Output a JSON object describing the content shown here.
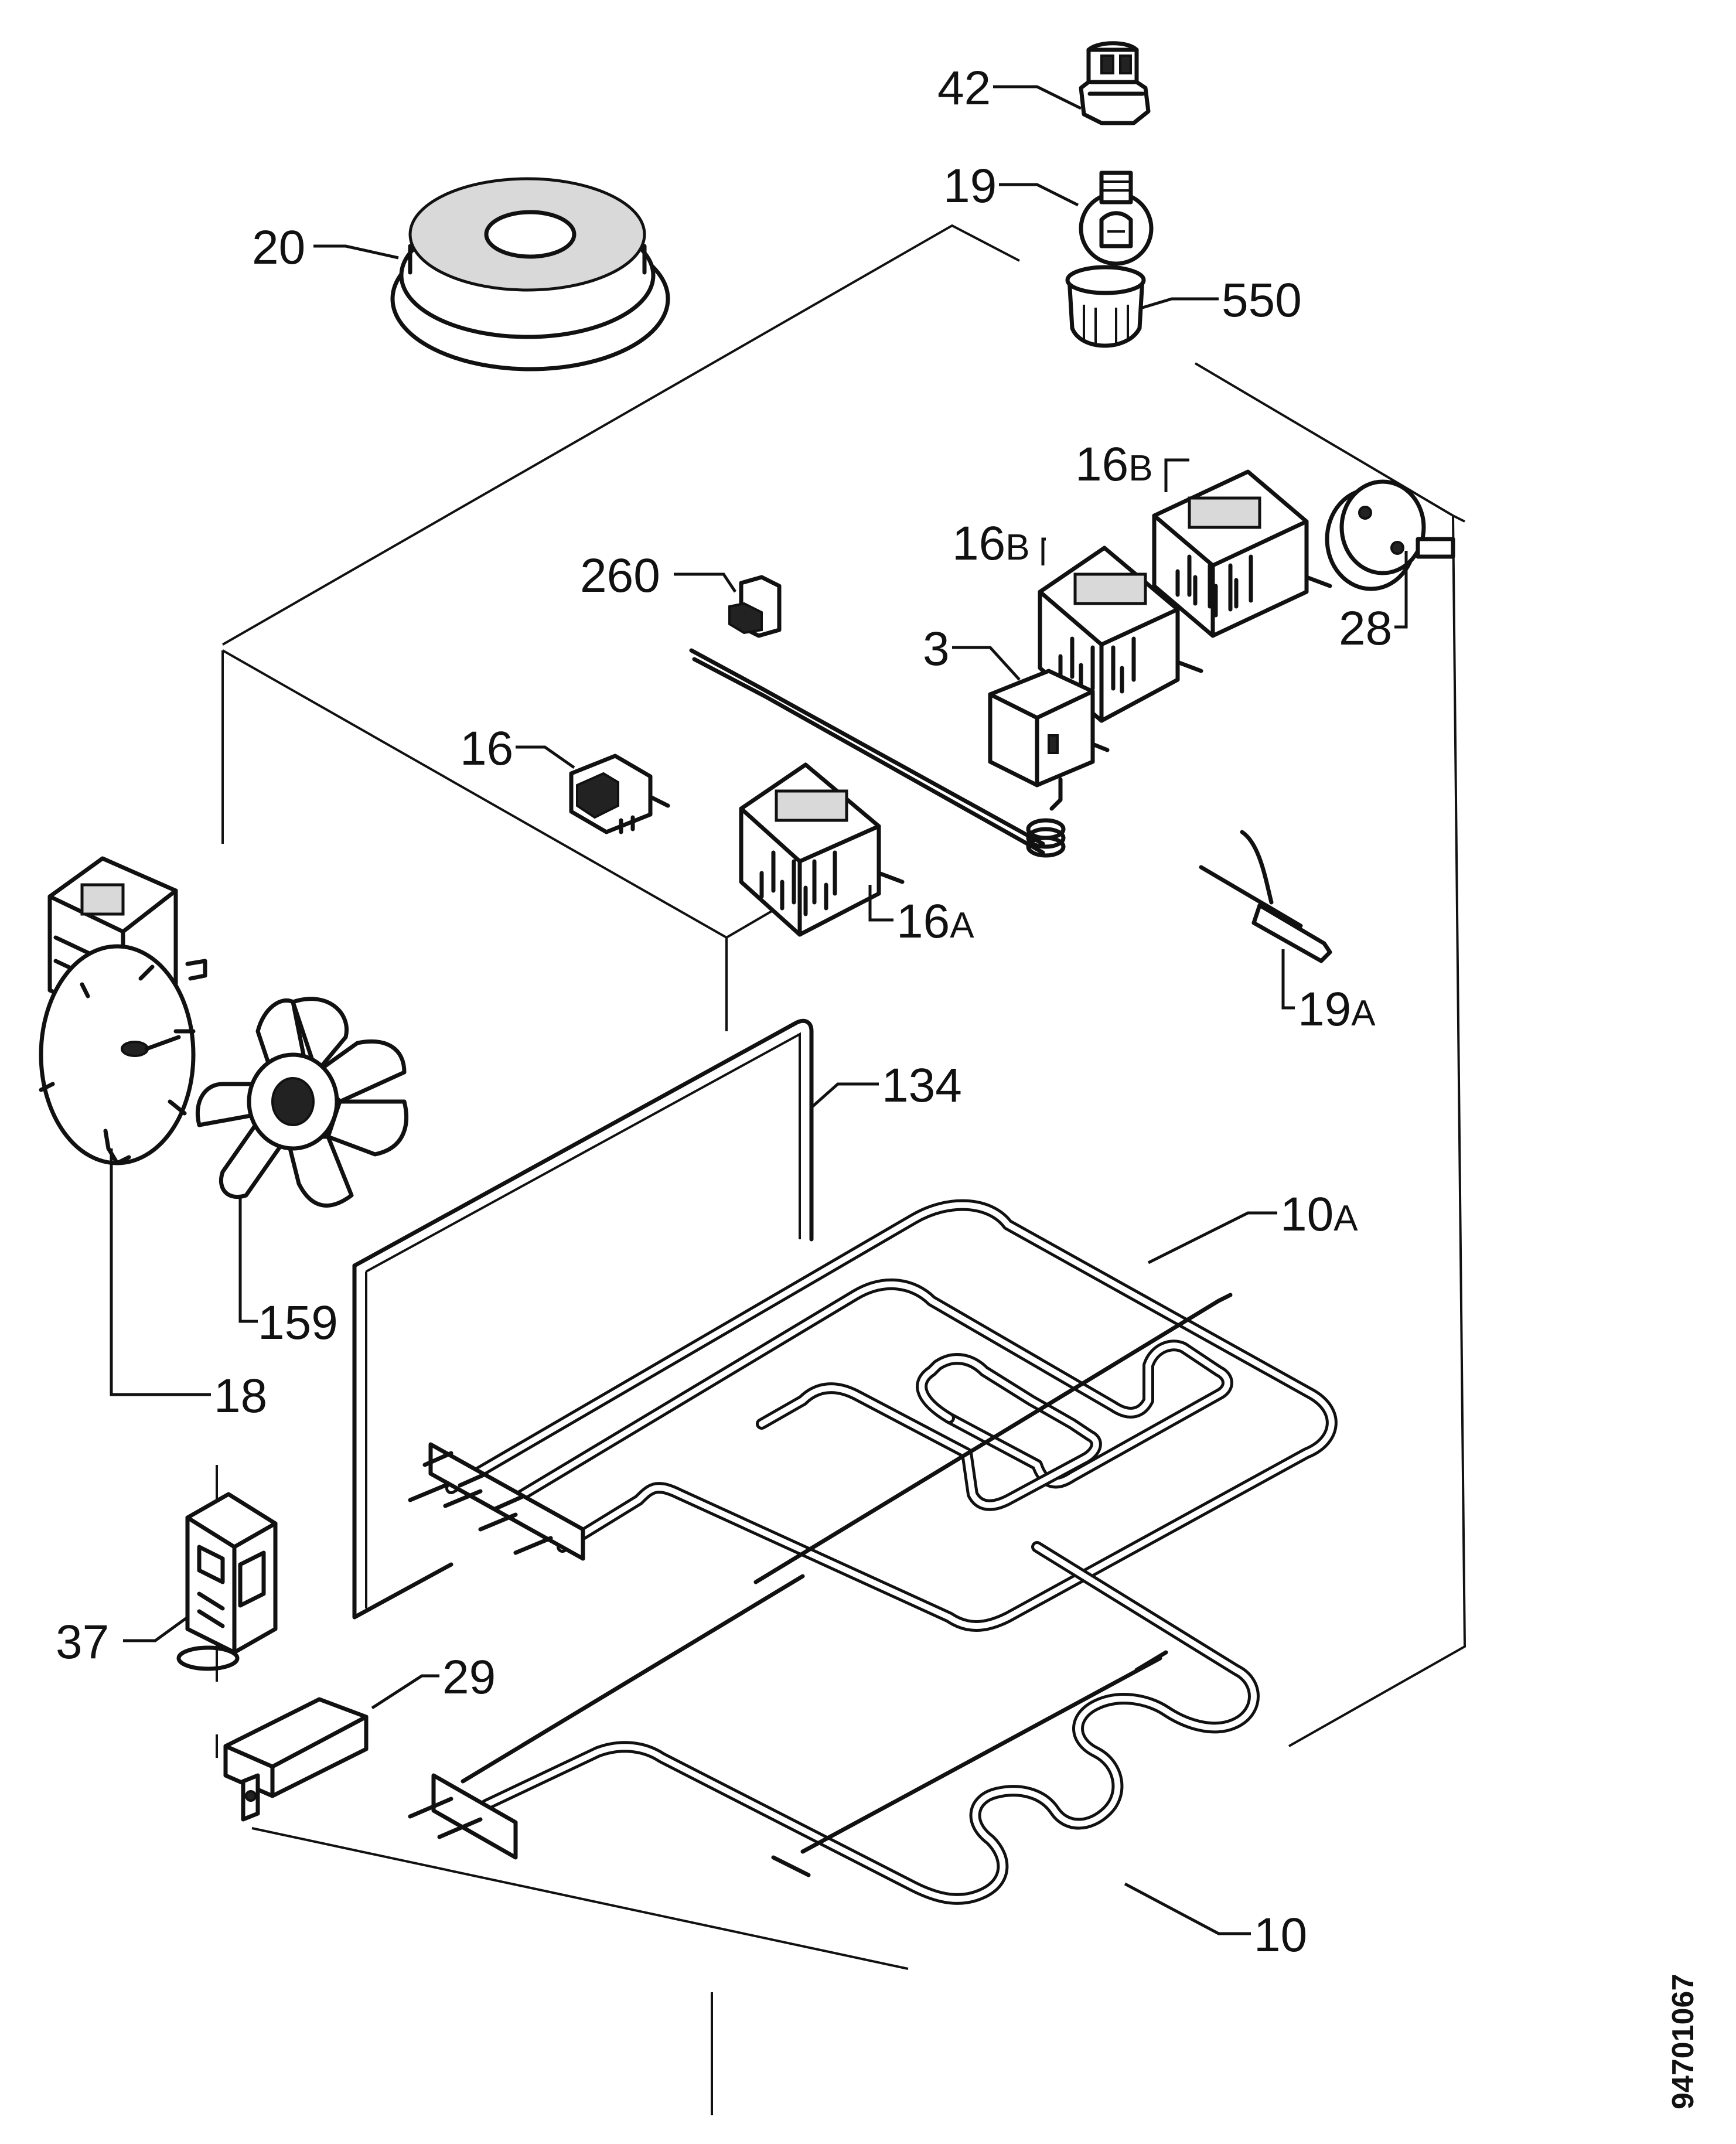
{
  "diagram": {
    "document_number": "94701067",
    "parts": [
      {
        "id": "p42",
        "label": "42"
      },
      {
        "id": "p19",
        "label": "19"
      },
      {
        "id": "p550",
        "label": "550"
      },
      {
        "id": "p20",
        "label": "20"
      },
      {
        "id": "p16b1",
        "label": "16",
        "suffix": "B"
      },
      {
        "id": "p16b2",
        "label": "16",
        "suffix": "B"
      },
      {
        "id": "p28",
        "label": "28"
      },
      {
        "id": "p260",
        "label": "260"
      },
      {
        "id": "p3",
        "label": "3"
      },
      {
        "id": "p16",
        "label": "16"
      },
      {
        "id": "p16a",
        "label": "16",
        "suffix": "A"
      },
      {
        "id": "p19a",
        "label": "19",
        "suffix": "A"
      },
      {
        "id": "p134",
        "label": "134"
      },
      {
        "id": "p10a",
        "label": "10",
        "suffix": "A"
      },
      {
        "id": "p159",
        "label": "159"
      },
      {
        "id": "p18",
        "label": "18"
      },
      {
        "id": "p37",
        "label": "37"
      },
      {
        "id": "p29",
        "label": "29"
      },
      {
        "id": "p10",
        "label": "10"
      }
    ]
  }
}
